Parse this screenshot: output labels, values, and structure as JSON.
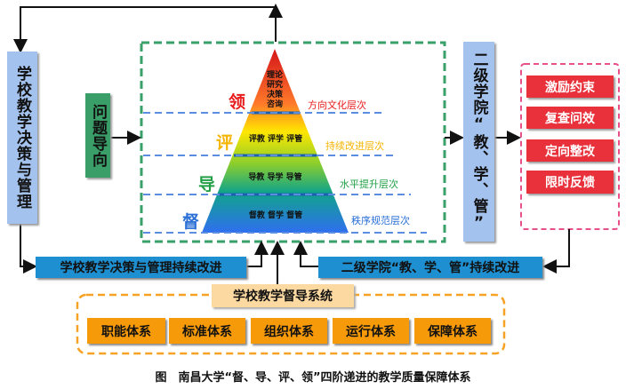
{
  "left_box": "学校教学决策与管理",
  "problem_box": "问题导向",
  "right_box": "二级学院“教、学、管”",
  "pyramid": {
    "levels": [
      {
        "key": "领",
        "content": [
          "理论",
          "研究",
          "决策",
          "咨询"
        ],
        "layer": "方向文化层次",
        "color": "#e81c1c"
      },
      {
        "key": "评",
        "content": "评教 评学 评管",
        "layer": "持续改进层次",
        "color": "#f5b400"
      },
      {
        "key": "导",
        "content": "导教 导学 导管",
        "layer": "水平提升层次",
        "color": "#22a046"
      },
      {
        "key": "督",
        "content": "督教 督学 督管",
        "layer": "秩序规范层次",
        "color": "#2a6fd6"
      }
    ]
  },
  "actions": [
    "激励约束",
    "复查问效",
    "定向整改",
    "限时反馈"
  ],
  "left_bar": "学校教学决策与管理持续改进",
  "right_bar": "二级学院“教、学、管”持续改进",
  "supervision_title": "学校教学督导系统",
  "systems": [
    "职能体系",
    "标准体系",
    "组织体系",
    "运行体系",
    "保障体系"
  ],
  "caption": "图　南昌大学“督、导、评、领”四阶递进的教学质量保障体系"
}
